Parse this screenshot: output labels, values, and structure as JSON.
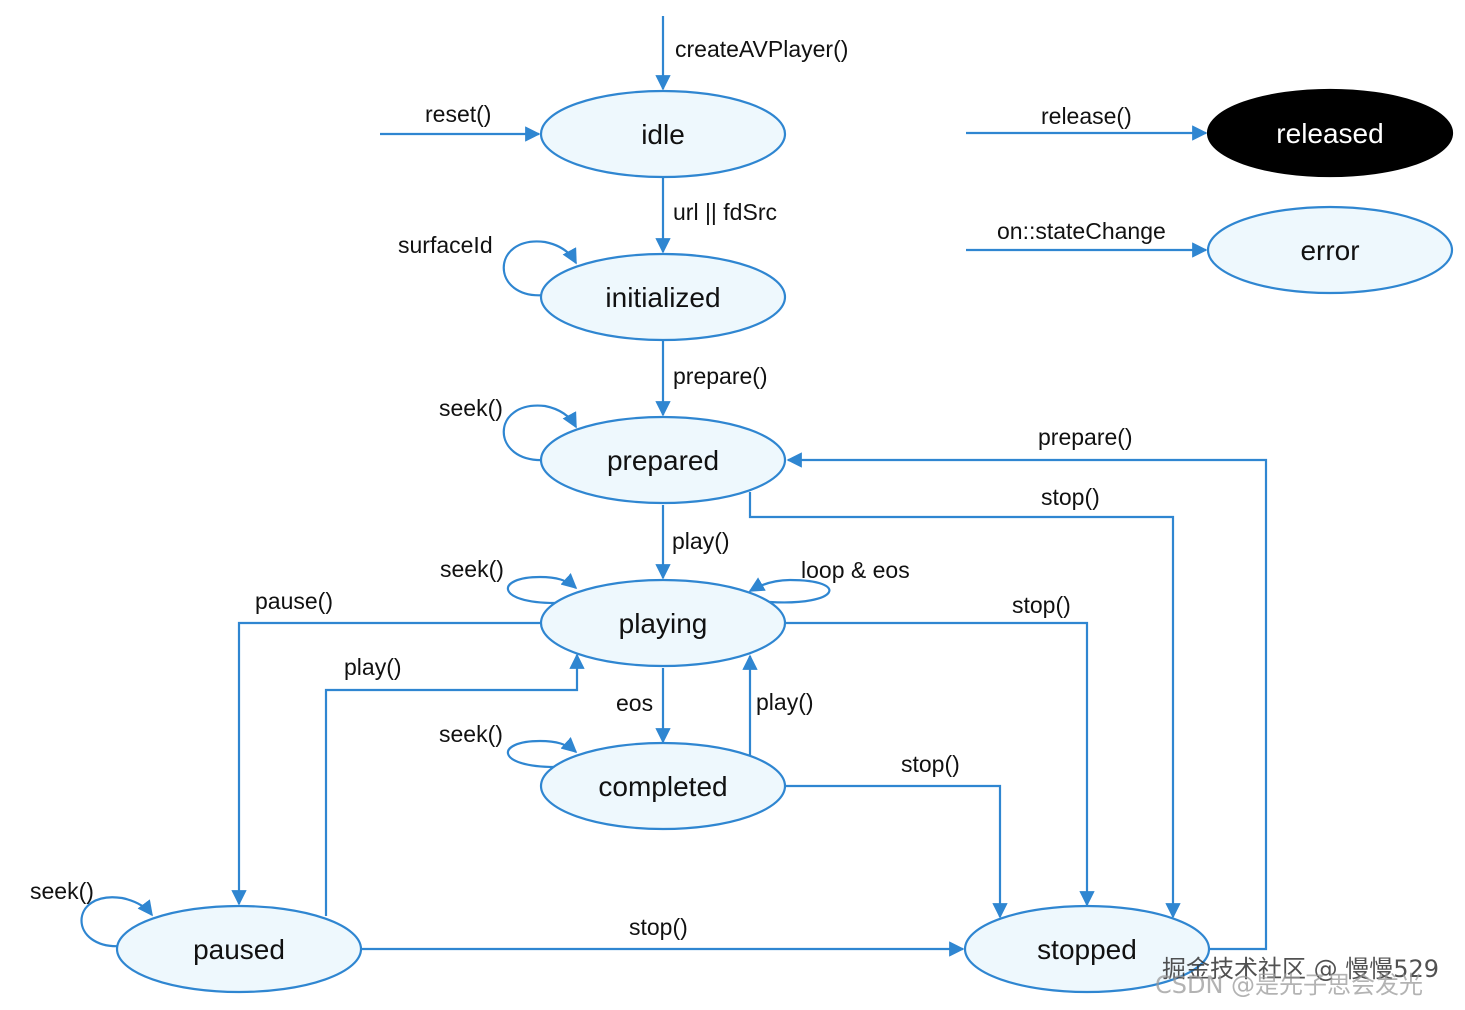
{
  "states": {
    "idle": "idle",
    "initialized": "initialized",
    "prepared": "prepared",
    "playing": "playing",
    "completed": "completed",
    "paused": "paused",
    "stopped": "stopped",
    "released": "released",
    "error": "error"
  },
  "transitions": {
    "create": "createAVPlayer()",
    "reset": "reset()",
    "release": "release()",
    "state_change": "on::stateChange",
    "url_fdsrc": "url || fdSrc",
    "surface_id": "surfaceId",
    "prepare_init": "prepare()",
    "seek_prepared": "seek()",
    "prepare_from_stopped": "prepare()",
    "stop_prepared": "stop()",
    "play_prepared": "play()",
    "seek_playing": "seek()",
    "loop_eos": "loop & eos",
    "pause": "pause()",
    "stop_playing": "stop()",
    "play_paused": "play()",
    "eos": "eos",
    "play_completed": "play()",
    "seek_completed": "seek()",
    "stop_completed": "stop()",
    "seek_paused": "seek()",
    "stop_paused": "stop()"
  },
  "watermark": {
    "line1": "掘金技术社区 @ 慢慢529",
    "line2": "CSDN @是先子思会发光"
  },
  "colors": {
    "state_fill": "#eef8fd",
    "state_stroke": "#2f86d1",
    "edge": "#2f86d1",
    "released_fill": "#000000"
  }
}
